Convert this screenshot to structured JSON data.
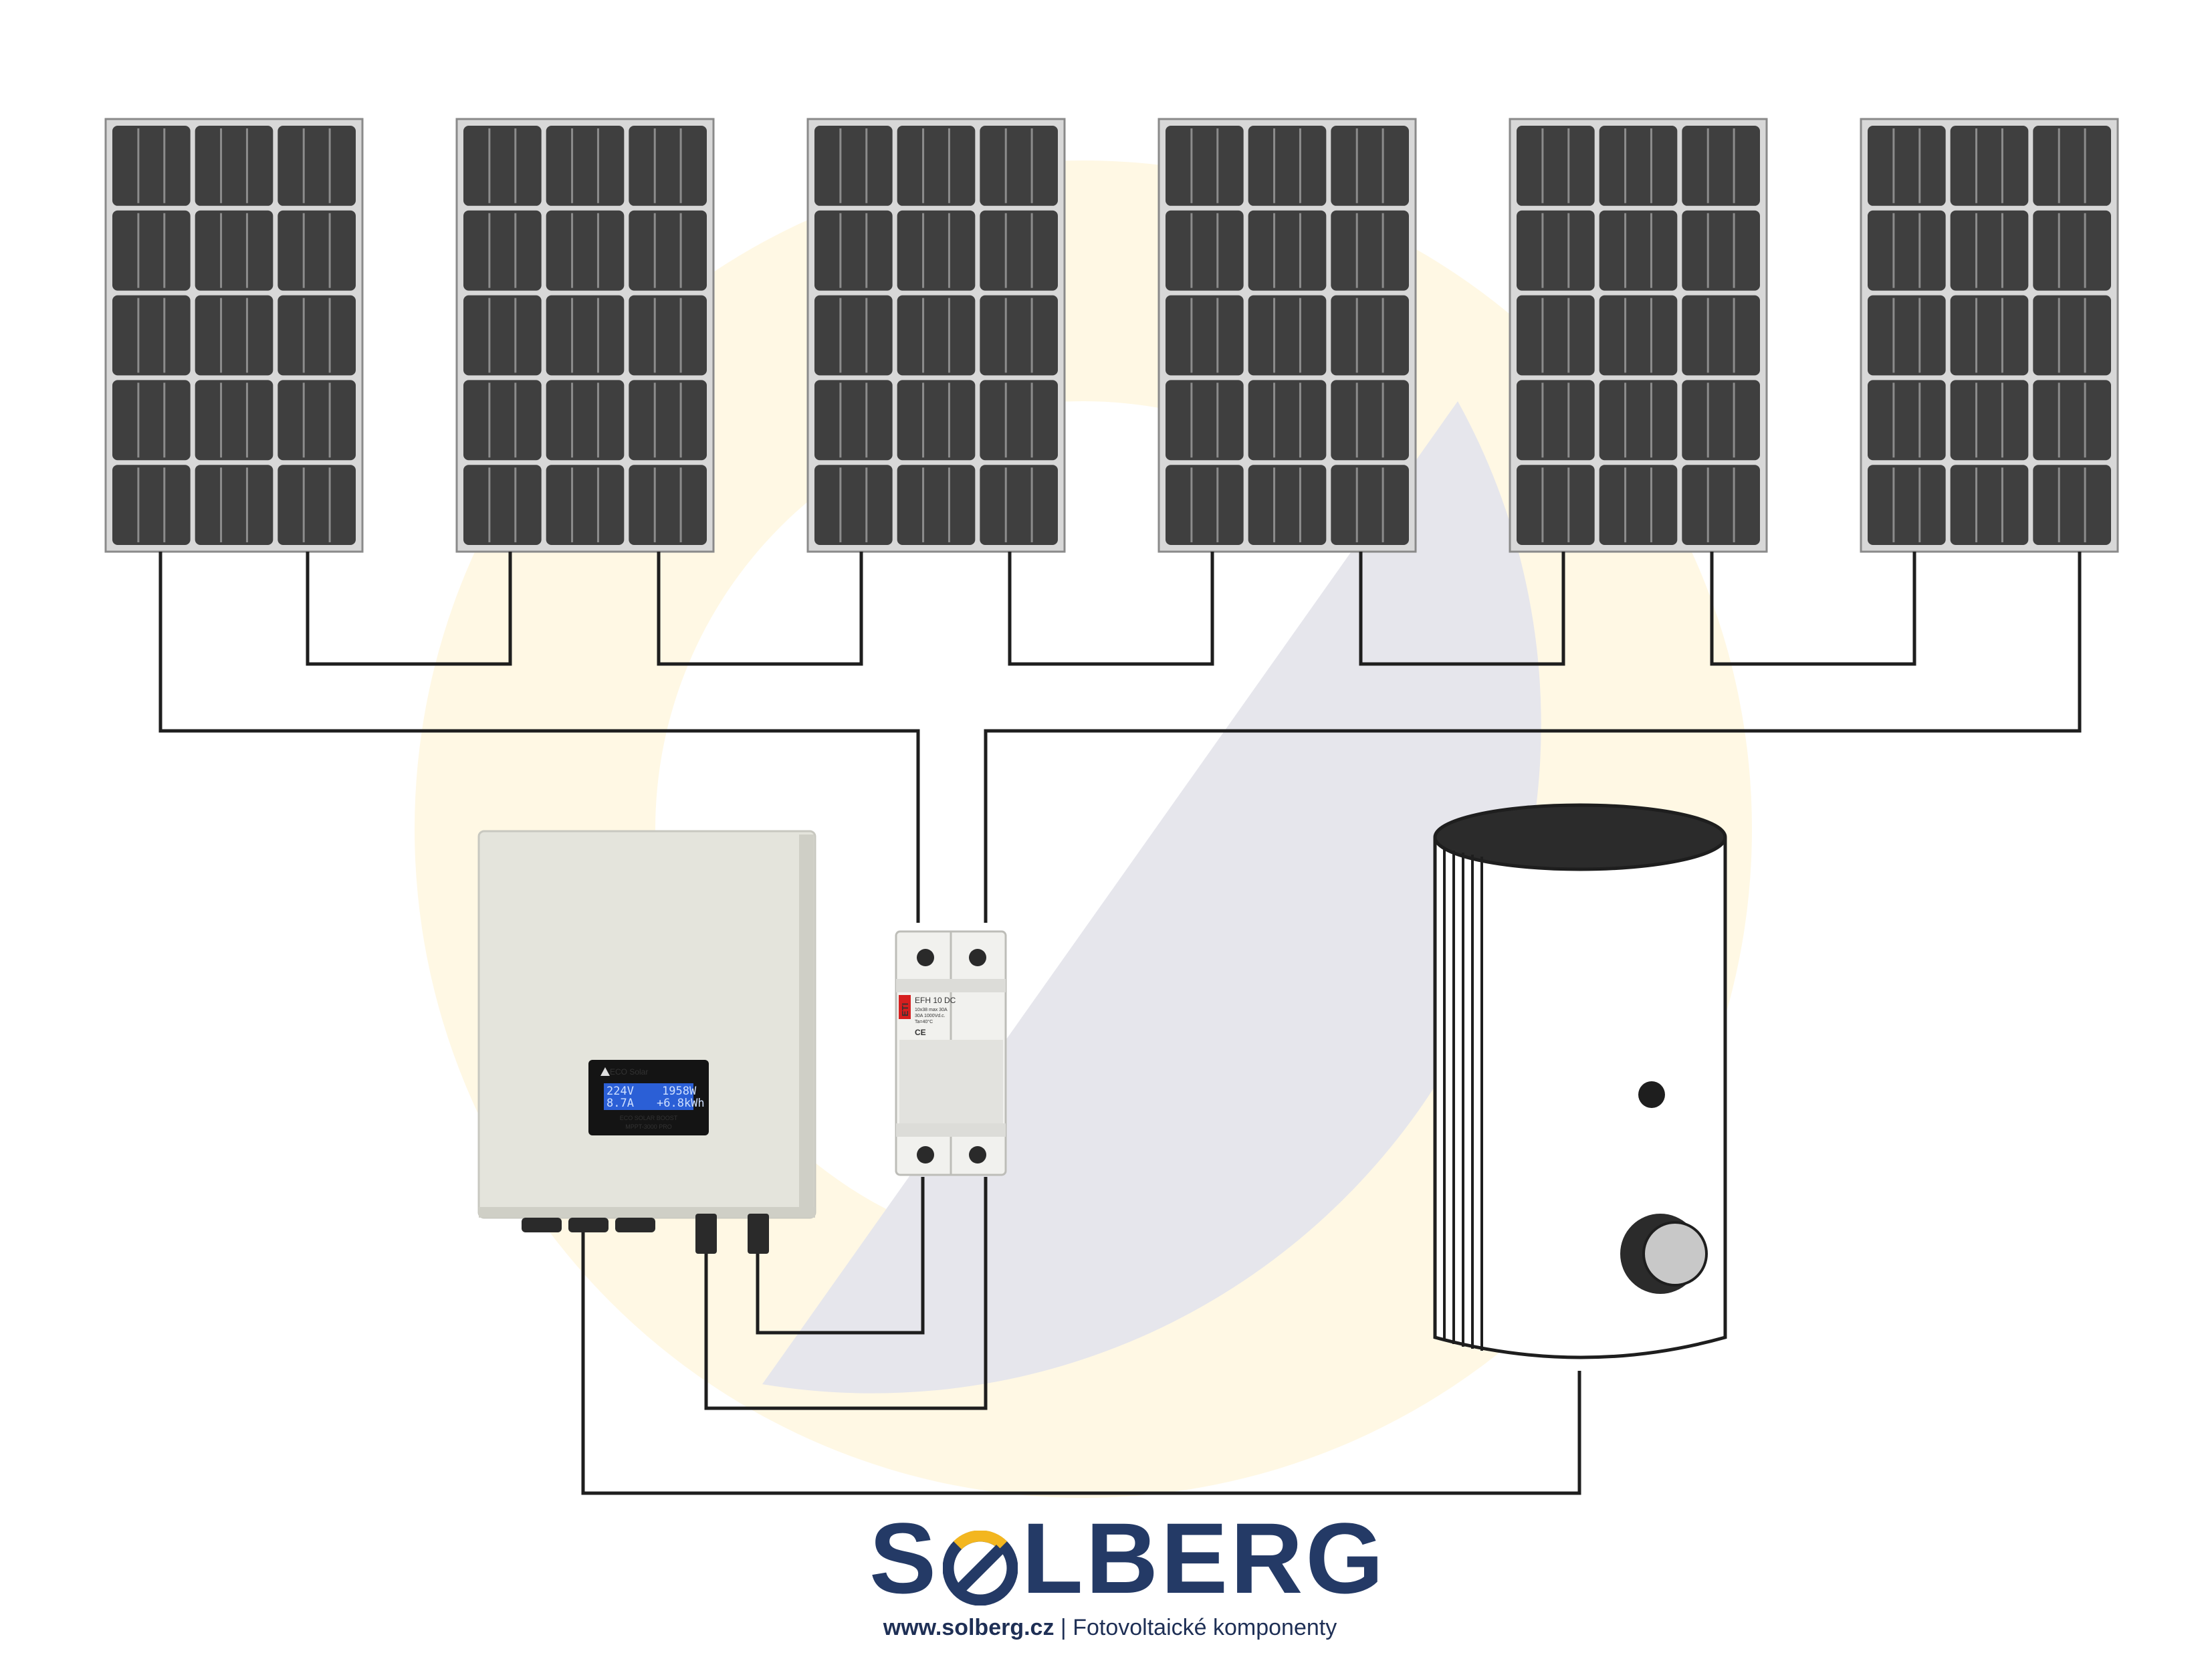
{
  "inverter": {
    "brand": "ECO Solar",
    "display": {
      "line1_left": "224V",
      "line1_right": "1958W",
      "line2_left": "8.7A",
      "line2_right": "+6.8kWh"
    },
    "label_line1": "ECO SOLAR BOOST",
    "label_line2": "MPPT-3000 PRO"
  },
  "fuse_holder": {
    "brand": "ETI",
    "model": "EFH 10 DC",
    "spec_line1": "10x38 max 30A",
    "spec_line2": "30A 1000Vd.c.",
    "spec_line3": "Ta=40°C",
    "ce": "CE"
  },
  "logo": {
    "name_left": "S",
    "name_right": "LBERG",
    "url": "www.solberg.cz",
    "separator": "|",
    "tagline": "Fotovoltaické komponenty"
  },
  "colors": {
    "panel_cell": "#3f3f3f",
    "panel_frame": "#d8d8d8",
    "wire": "#1e1e1e",
    "inverter_body": "#e4e4dc",
    "lcd": "#2b5fd6",
    "bg_yellow": "#fff8e4",
    "bg_gray": "#e6e6ec",
    "logo_navy": "#243a66",
    "logo_yellow": "#f3b61f"
  },
  "icons": {
    "solar_panel": "solar-panel-icon",
    "inverter": "inverter-icon",
    "fuse": "fuse-holder-icon",
    "boiler": "water-heater-icon"
  }
}
